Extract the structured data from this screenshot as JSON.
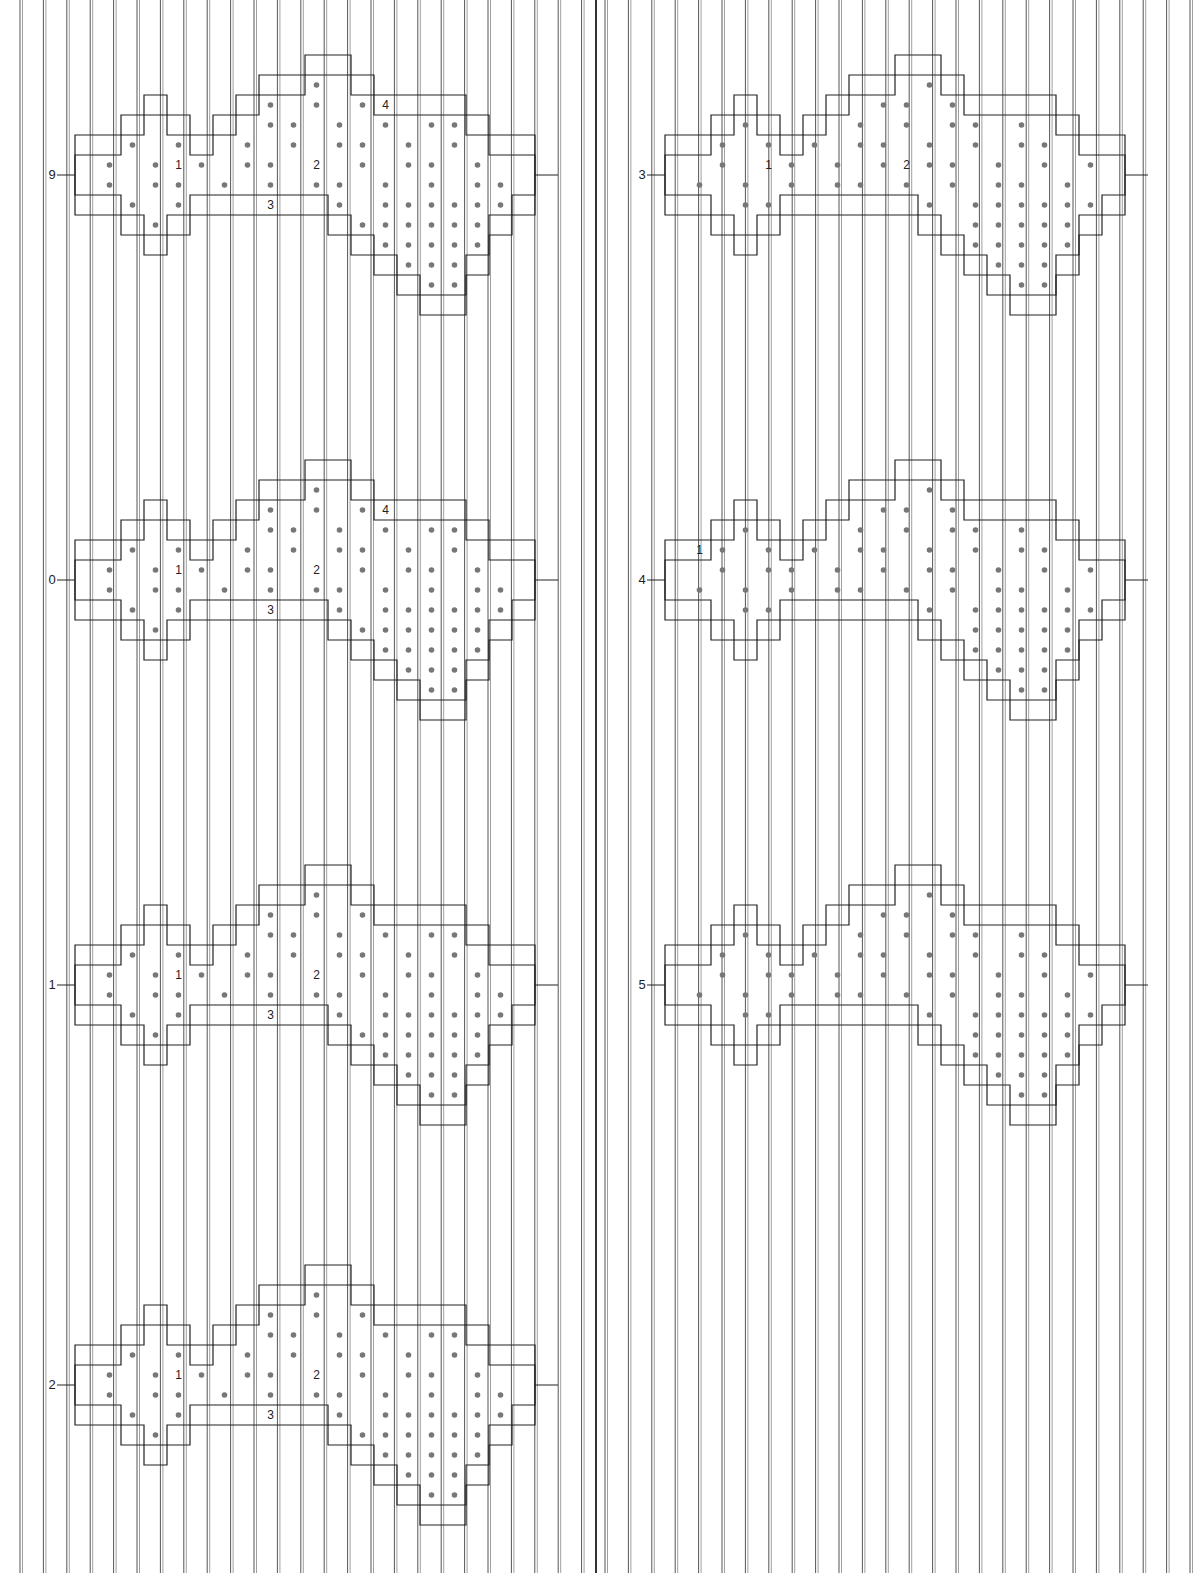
{
  "diagram": {
    "labels": [
      "9",
      "1",
      "2",
      "3",
      "4",
      "3",
      "1",
      "2",
      "0",
      "1",
      "2",
      "3",
      "4",
      "4",
      "1",
      "1",
      "1",
      "2",
      "3",
      "5",
      "2",
      "1",
      "2",
      "3"
    ]
  }
}
